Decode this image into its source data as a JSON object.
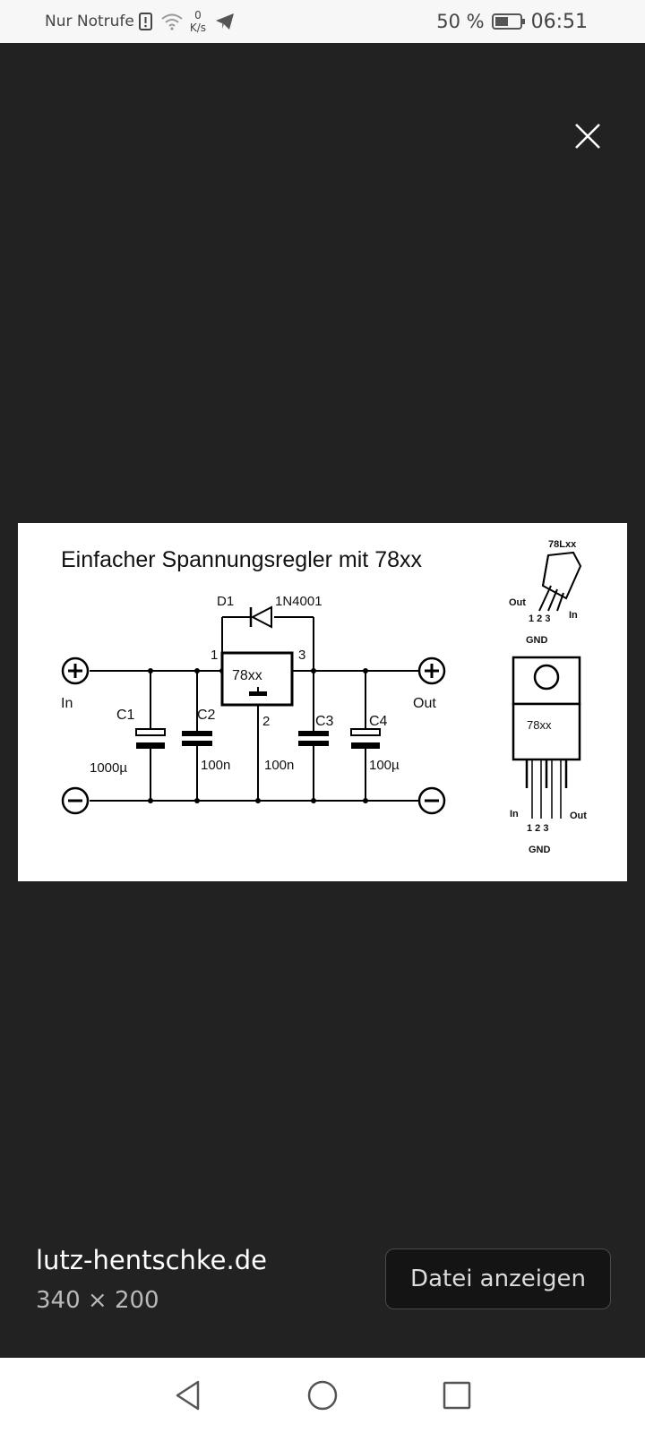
{
  "status_bar": {
    "carrier": "Nur Notrufe",
    "net_speed_value": "0",
    "net_speed_unit": "K/s",
    "battery_percent": "50 %",
    "time": "06:51"
  },
  "viewer": {
    "close_icon": "close-icon"
  },
  "image": {
    "title": "Einfacher Spannungsregler mit 78xx",
    "diode_label": "D1",
    "diode_part": "1N4001",
    "regulator_label": "78xx",
    "pin1": "1",
    "pin2": "2",
    "pin3": "3",
    "in_label": "In",
    "out_label": "Out",
    "caps": [
      {
        "name": "C1",
        "value": "1000µ"
      },
      {
        "name": "C2",
        "value": "100n"
      },
      {
        "name": "C3",
        "value": "100n"
      },
      {
        "name": "C4",
        "value": "100µ"
      }
    ],
    "pkg_small_label": "78Lxx",
    "pkg_small_out": "Out",
    "pkg_small_in": "In",
    "pkg_small_pins": "1 2 3",
    "pkg_small_gnd": "GND",
    "pkg_large_label": "78xx",
    "pkg_large_in": "In",
    "pkg_large_out": "Out",
    "pkg_large_pins": "1 2 3",
    "pkg_large_gnd": "GND"
  },
  "source": {
    "domain": "lutz-hentschke.de",
    "dimensions": "340 × 200"
  },
  "actions": {
    "open_file": "Datei anzeigen"
  },
  "nav": {
    "back_icon": "back-triangle-icon",
    "home_icon": "home-circle-icon",
    "recents_icon": "recents-square-icon"
  }
}
